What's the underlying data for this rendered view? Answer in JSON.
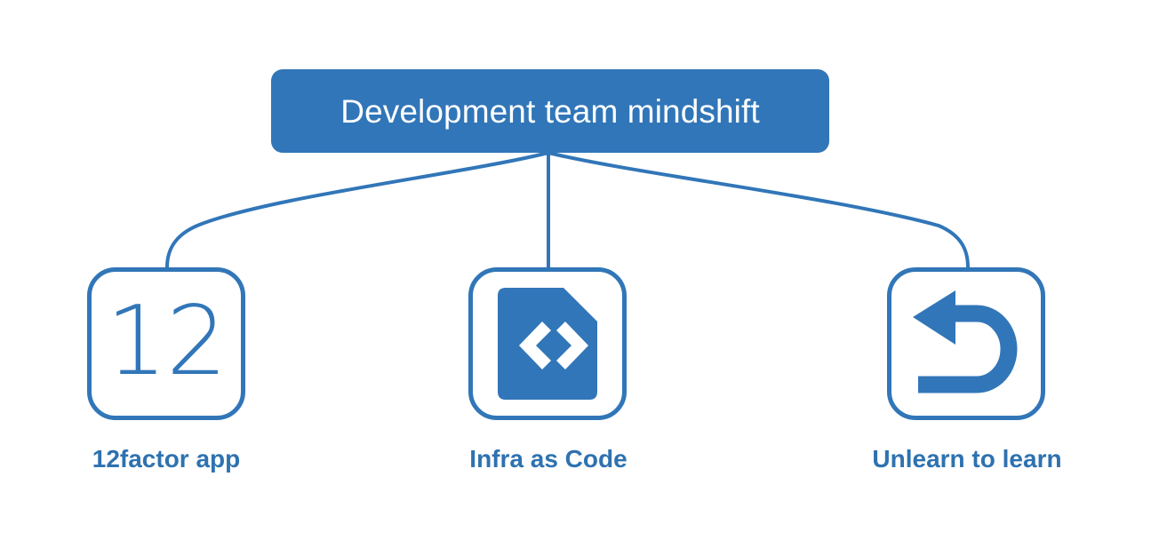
{
  "diagram": {
    "type": "tree",
    "orientation": "top-down",
    "background_color": "#ffffff",
    "accent_color": "#3176b8",
    "caption_color": "#2e72b0",
    "root": {
      "label": "Development team mindshift",
      "fill_color": "#3176b8",
      "text_color": "#ffffff"
    },
    "connector": {
      "color": "#3176b8",
      "width": 4,
      "style": "curved",
      "origin_label": "root-bottom-center"
    },
    "nodes": [
      {
        "id": "twelve-factor",
        "caption": "12factor app",
        "icon_name": "twelve-number-icon",
        "icon_text": "12"
      },
      {
        "id": "infra-as-code",
        "caption": "Infra as Code",
        "icon_name": "code-file-icon",
        "icon_text": ""
      },
      {
        "id": "unlearn-to-learn",
        "caption": "Unlearn to learn",
        "icon_name": "undo-arrow-icon",
        "icon_text": ""
      }
    ]
  }
}
